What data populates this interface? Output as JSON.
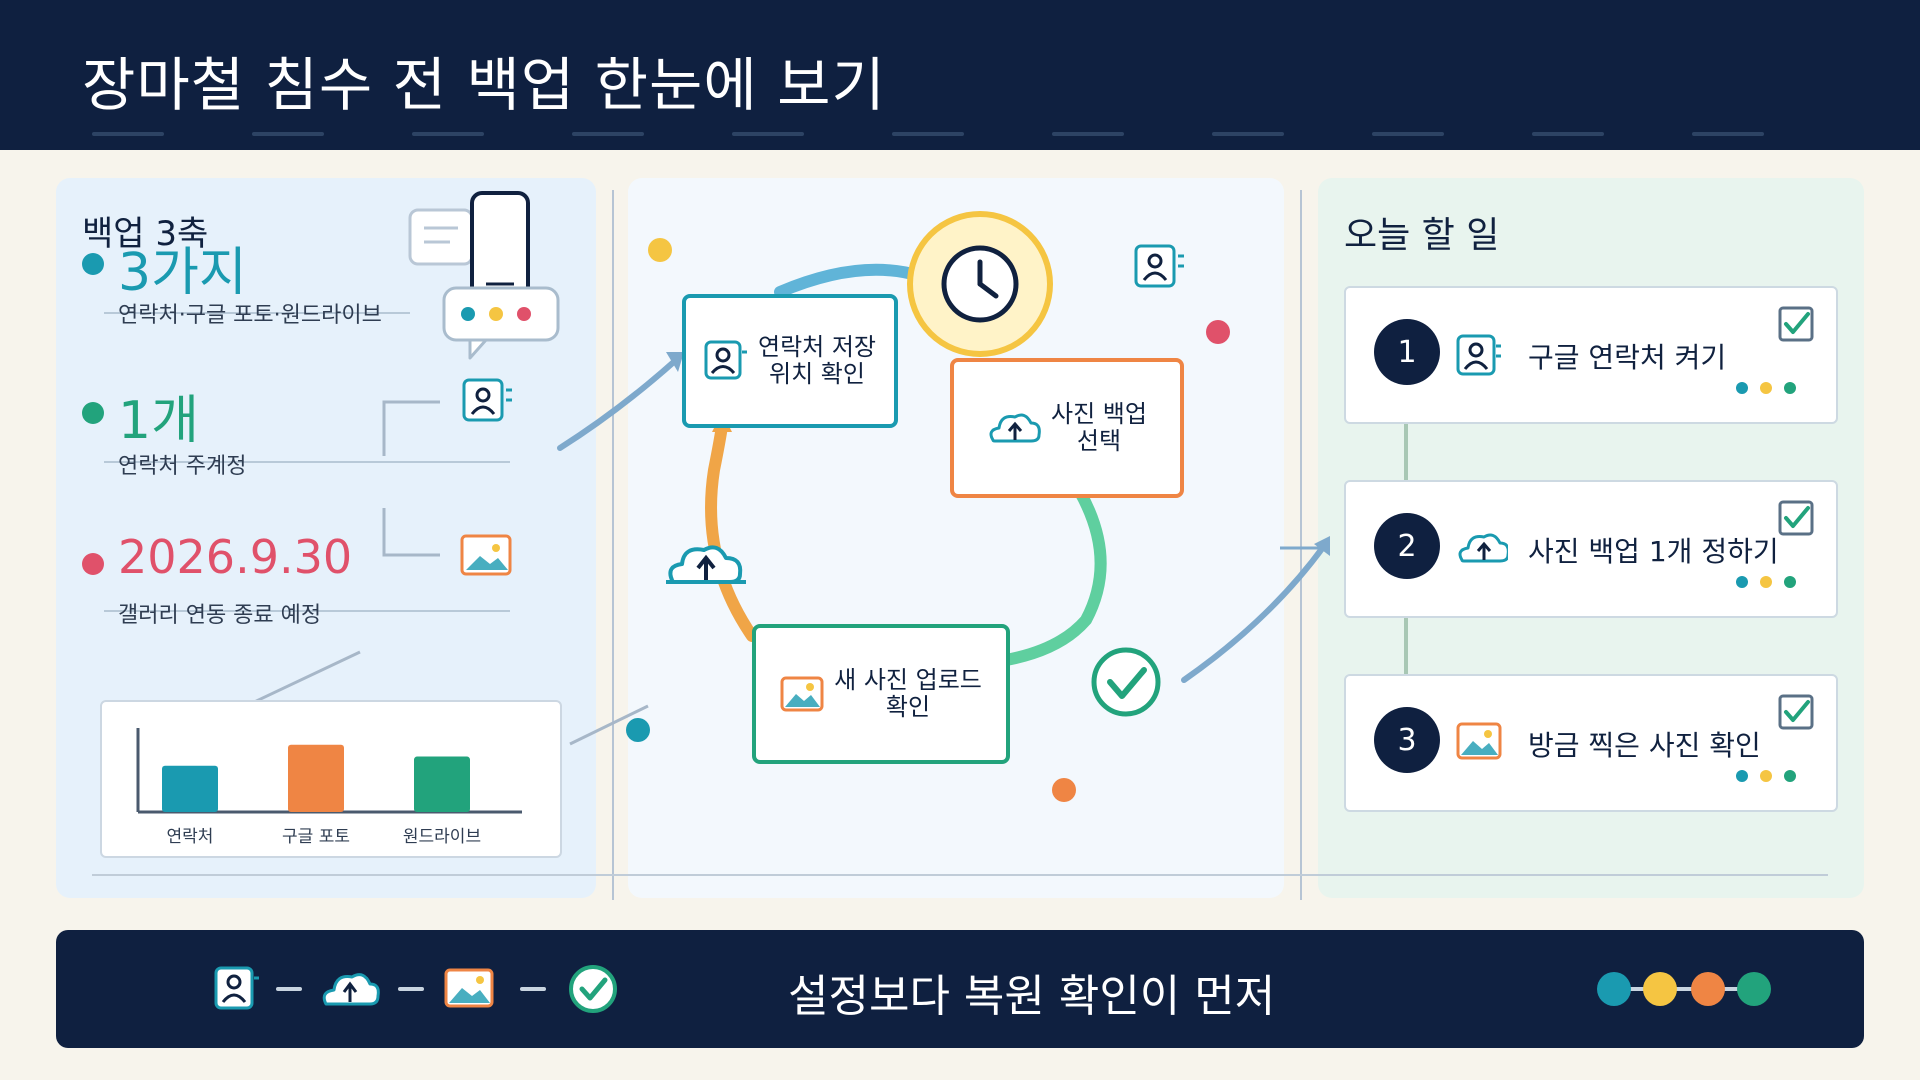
{
  "header": {
    "title": "장마철 침수 전 백업 한눈에 보기"
  },
  "left_panel": {
    "heading": "백업 3축",
    "stats": [
      {
        "value": "3가지",
        "desc": "연락처·구글 포토·원드라이브",
        "color": "#1a9ab0"
      },
      {
        "value": "1개",
        "desc": "연락처 주계정",
        "color": "#22a37c"
      },
      {
        "value": "2026.9.30",
        "desc": "갤러리 연동 종료 예정",
        "color": "#e0516a"
      }
    ]
  },
  "chart_data": {
    "type": "bar",
    "categories": [
      "연락처",
      "구글 포토",
      "원드라이브"
    ],
    "values": [
      55,
      80,
      66
    ],
    "ylim": [
      0,
      100
    ],
    "colors": [
      "#1a9ab0",
      "#ef8544",
      "#22a37c"
    ],
    "grid": false
  },
  "cycle": {
    "nodes": [
      {
        "label": "연락처 저장\n위치 확인",
        "icon": "contact-icon"
      },
      {
        "label": "사진 백업\n선택",
        "icon": "cloud-upload-icon"
      },
      {
        "label": "새 사진 업로드\n확인",
        "icon": "image-icon"
      }
    ]
  },
  "right_panel": {
    "heading": "오늘 할 일",
    "tasks": [
      {
        "number": "1",
        "text": "구글 연락처 켜기",
        "icon": "contact-icon",
        "checked": true
      },
      {
        "number": "2",
        "text": "사진 백업 1개 정하기",
        "icon": "cloud-upload-icon",
        "checked": true
      },
      {
        "number": "3",
        "text": "방금 찍은 사진 확인",
        "icon": "image-icon",
        "checked": true
      }
    ]
  },
  "footer": {
    "text": "설정보다 복원 확인이 먼저",
    "steps": [
      "contact-icon",
      "cloud-upload-icon",
      "image-icon",
      "check-icon"
    ],
    "progress_colors": [
      "#1a9ab0",
      "#f5c542",
      "#ef8544",
      "#22a37c"
    ]
  },
  "colors": {
    "navy": "#0f2040",
    "teal": "#1a9ab0",
    "orange": "#ef8544",
    "green": "#22a37c",
    "yellow": "#f5c542",
    "red": "#e0516a"
  }
}
